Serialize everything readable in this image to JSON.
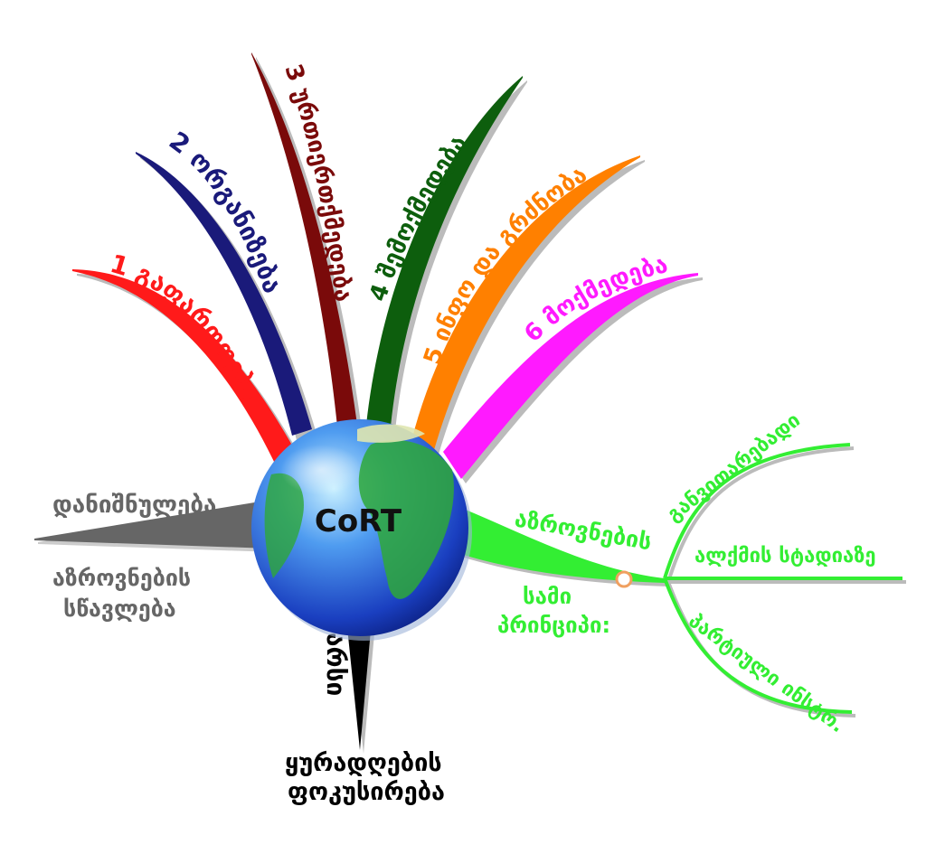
{
  "center": {
    "label": "CoRT"
  },
  "branches": [
    {
      "id": "b1",
      "label": "1 გაფართოება",
      "color": "#ff1a1a"
    },
    {
      "id": "b2",
      "label": "2 ორგანიზება",
      "color": "#1a1a7a"
    },
    {
      "id": "b3",
      "label": "3 ურთიერთქმედება",
      "color": "#7a0a0a"
    },
    {
      "id": "b4",
      "label": "4 შემოქმედება",
      "color": "#0d5e0d"
    },
    {
      "id": "b5",
      "label": "5 ინფო და გრძნობა",
      "color": "#ff8000"
    },
    {
      "id": "b6",
      "label": "6 მოქმედება",
      "color": "#ff1aff"
    }
  ],
  "left_branch": {
    "label": "დანიშნულება",
    "desc_line1": "აზროვნების",
    "desc_line2": "სწავლება",
    "color": "#666666"
  },
  "bottom_branch": {
    "label": "არსი",
    "desc_line1": "ყურადღების",
    "desc_line2": "ფოკუსირება",
    "color": "#000000"
  },
  "right_branch": {
    "label": "აზროვნების",
    "desc_line1": "სამი",
    "desc_line2": "პრინციპი:",
    "color": "#33ee33",
    "sub": [
      {
        "label": "განვითარებადი"
      },
      {
        "label": "ალქმის სტადიაზე"
      },
      {
        "label": "პარტიული ინსტრ."
      }
    ]
  }
}
